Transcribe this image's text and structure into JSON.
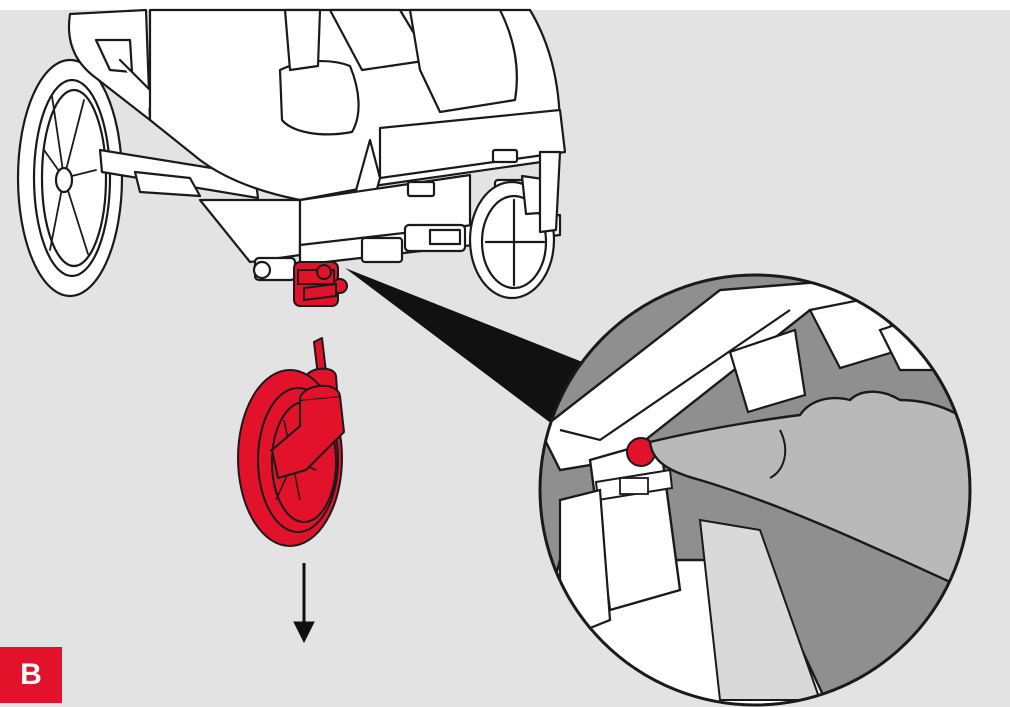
{
  "figure": {
    "step_label": "B",
    "colors": {
      "background": "#e3e3e3",
      "accent_red": "#e3122b",
      "outline": "#1a1a1a",
      "fill_white": "#ffffff",
      "ground_dark": "#8f8f8f",
      "hand_gray": "#b9b9b9"
    },
    "direction_arrow": "down",
    "icons": [
      "stroller-outline",
      "swivel-wheel-red",
      "down-arrow-icon",
      "magnifier-callout",
      "finger-press-icon",
      "release-button"
    ]
  }
}
